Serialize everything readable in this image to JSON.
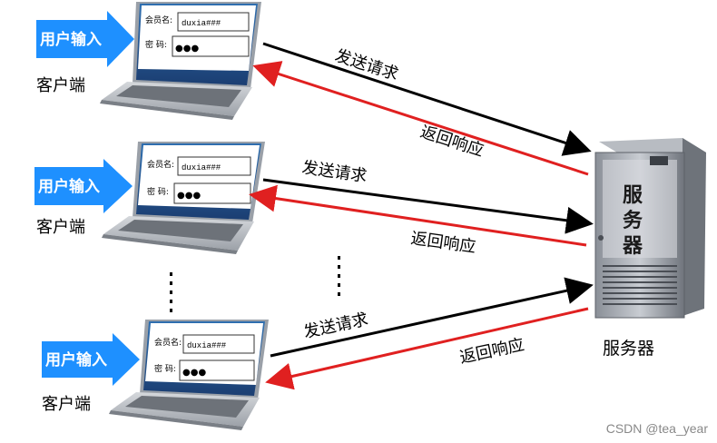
{
  "clients": [
    {
      "input_arrow_label": "用户输入",
      "client_label": "客户端",
      "form": {
        "member_label": "会员名:",
        "member_value": "duxia###",
        "password_label": "密  码:",
        "password_value": "●●●"
      },
      "request_label": "发送请求",
      "response_label": "返回响应"
    },
    {
      "input_arrow_label": "用户输入",
      "client_label": "客户端",
      "form": {
        "member_label": "会员名:",
        "member_value": "duxia###",
        "password_label": "密  码:",
        "password_value": "●●●"
      },
      "request_label": "发送请求",
      "response_label": "返回响应"
    },
    {
      "input_arrow_label": "用户输入",
      "client_label": "客户端",
      "form": {
        "member_label": "会员名:",
        "member_value": "duxia###",
        "password_label": "密  码:",
        "password_value": "●●●"
      },
      "request_label": "发送请求",
      "response_label": "返回响应"
    }
  ],
  "server": {
    "front_label_chars": [
      "服",
      "务",
      "器"
    ],
    "caption": "服务器"
  },
  "watermark": "CSDN @tea_year",
  "colors": {
    "request_arrow": "#000000",
    "response_arrow": "#e02020",
    "input_arrow": "#1e90ff"
  }
}
